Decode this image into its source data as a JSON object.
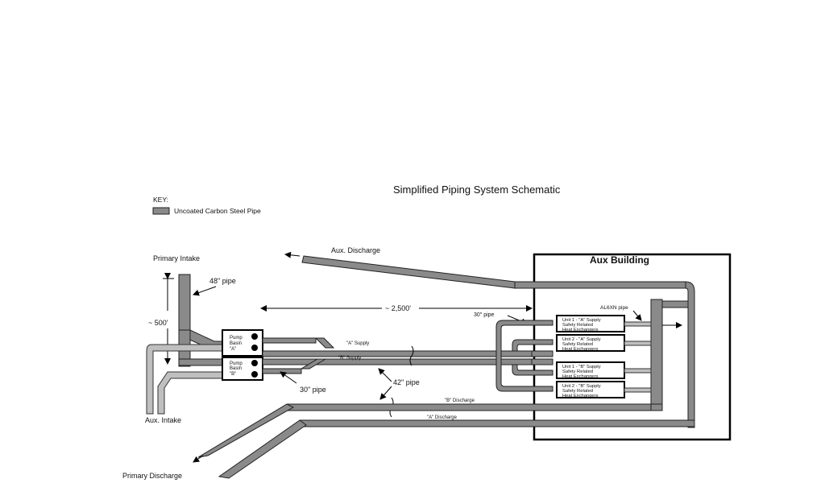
{
  "title": "Simplified Piping System Schematic",
  "key": {
    "heading": "KEY:",
    "label": "Uncoated Carbon Steel Pipe",
    "color": "#8a8a8a"
  },
  "labels": {
    "primary_intake": "Primary Intake",
    "aux_intake": "Aux. Intake",
    "primary_discharge": "Primary Discharge",
    "aux_discharge": "Aux. Discharge",
    "pipe_48": "48\" pipe",
    "pipe_30_top": "30\" pipe",
    "pipe_30_bottom": "30\" pipe",
    "pipe_42": "42\" pipe",
    "dist_500": "~ 500'",
    "dist_2500": "~ 2,500'",
    "al6xn": "AL6XN pipe",
    "a_supply": "\"A\" Supply",
    "b_supply": "\"B\" Supply",
    "b_discharge": "\"B\" Discharge",
    "a_discharge": "\"A\" Discharge"
  },
  "aux_building": "Aux Building",
  "pump_basins": [
    {
      "lines": [
        "Pump",
        "Basin",
        "\"A\""
      ]
    },
    {
      "lines": [
        "Pump",
        "Basin",
        "\"B\""
      ]
    }
  ],
  "heat_exchangers": [
    {
      "lines": [
        "Unit 1 - \"A\" Supply",
        "Safety Related",
        "Heat Exchangers"
      ]
    },
    {
      "lines": [
        "Unit 2 - \"A\" Supply",
        "Safety Related",
        "Heat Exchangers"
      ]
    },
    {
      "lines": [
        "Unit 1 - \"B\" Supply",
        "Safety Related",
        "Heat Exchangers"
      ]
    },
    {
      "lines": [
        "Unit 2 - \"B\" Supply",
        "Safety Related",
        "Heat Exchangers"
      ]
    }
  ]
}
